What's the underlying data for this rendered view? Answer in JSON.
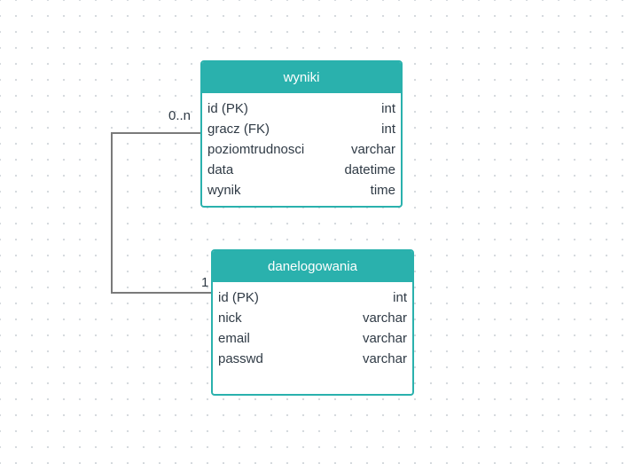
{
  "relationship": {
    "from_multiplicity": "0..n",
    "to_multiplicity": "1"
  },
  "entities": [
    {
      "name": "wyniki",
      "fields": [
        {
          "name": "id (PK)",
          "type": "int"
        },
        {
          "name": "gracz (FK)",
          "type": "int"
        },
        {
          "name": "poziomtrudnosci",
          "type": "varchar"
        },
        {
          "name": "data",
          "type": "datetime"
        },
        {
          "name": "wynik",
          "type": "time"
        }
      ]
    },
    {
      "name": "danelogowania",
      "fields": [
        {
          "name": "id (PK)",
          "type": "int"
        },
        {
          "name": "nick",
          "type": "varchar"
        },
        {
          "name": "email",
          "type": "varchar"
        },
        {
          "name": "passwd",
          "type": "varchar"
        }
      ]
    }
  ],
  "colors": {
    "header": "#2ab1ad",
    "connector": "#7a7a7a",
    "text": "#2f3a45"
  }
}
